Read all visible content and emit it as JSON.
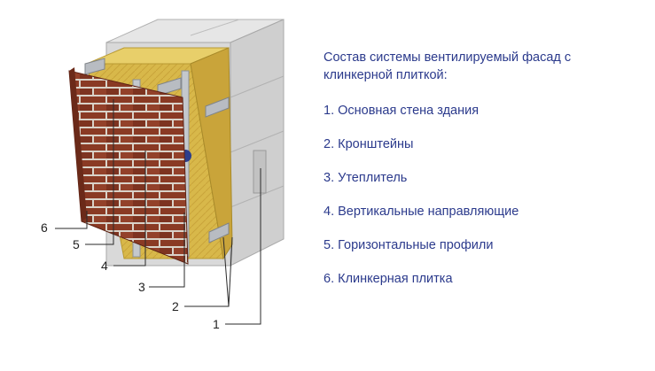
{
  "legend": {
    "title_line1": "Состав системы вентилируемый фасад с",
    "title_line2": "клинкерной плиткой:",
    "items": [
      "1. Основная стена здания",
      "2. Кронштейны",
      "3. Утеплитель",
      "4. Вертикальные направляющие",
      "5. Горизонтальные профили",
      "6. Клинкерная плитка"
    ]
  },
  "callouts": [
    "6",
    "5",
    "4",
    "3",
    "2",
    "1"
  ],
  "colors": {
    "legend_text": "#2b3a8c",
    "brick": "#8a3a24",
    "mortar": "#d9d2c8",
    "insulation": "#d8b84a",
    "concrete": "#d6d6d6",
    "metal": "#b8bcc2"
  }
}
